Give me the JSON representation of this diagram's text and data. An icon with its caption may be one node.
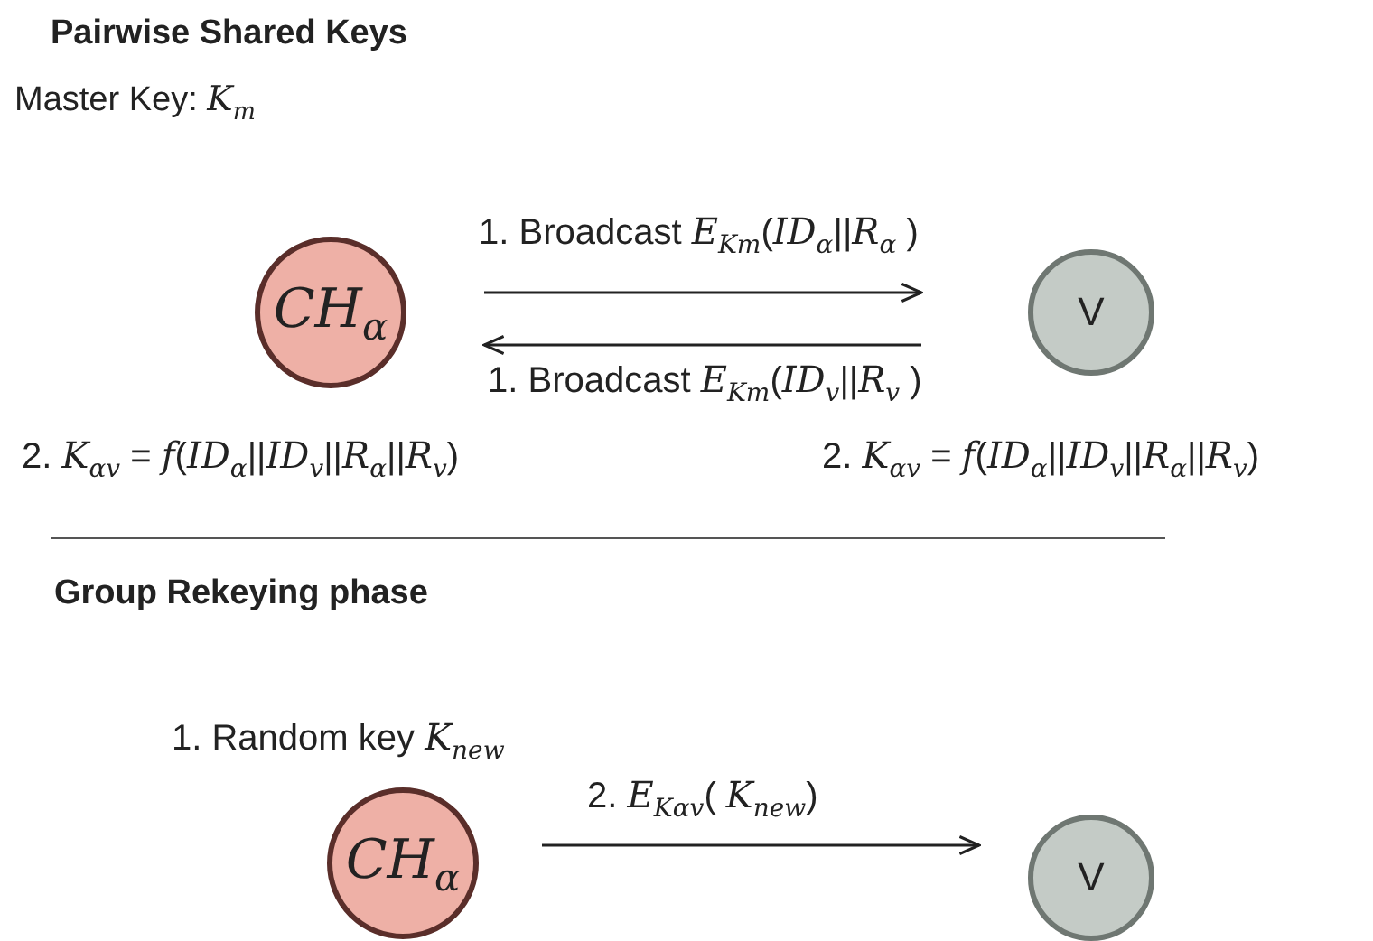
{
  "diagram": {
    "title": "Pairwise Shared Keys",
    "nodes": [
      {
        "text": [
          "*CH*$_{α}$"
        ],
        "beside": [
          "2. *K*$_{αv}$ = *f*(*ID*$_{α}$||*ID*$_{v}$||*R*$_{α}$||*R*$_{v}$)"
        ]
      },
      {
        "text": [
          "V"
        ],
        "beside": [
          "2. *K*$_{αv}$ = *f*(*ID*$_{α}$||*ID*$_{v}$||*R*$_{α}$||*R*$_{v}$)"
        ]
      },
      {
        "text": [
          "*CH*$_{α}$"
        ],
        "beside": [
          "1. Random key *K*$_{new}$"
        ]
      },
      {
        "text": [
          "V"
        ]
      }
    ],
    "edges": [
      {
        "from": 0,
        "to": 1,
        "arrow": "to",
        "label": "1. Broadcast  *E*$_{Km}$(*ID*$_{α}$||*R*$_{α}$ )"
      },
      {
        "from": 1,
        "to": 0,
        "arrow": "to",
        "label": "1. Broadcast  *E*$_{Km}$(*ID*$_{v}$||*R*$_{v}$ )"
      },
      {
        "from": 2,
        "to": 3,
        "arrow": "to",
        "label": "2. *E*$_{Kαv}$( *K*$_{new}$)"
      }
    ],
    "labels": [
      "Master Key: *K*$_{m}$",
      "Group Rekeying phase"
    ]
  }
}
